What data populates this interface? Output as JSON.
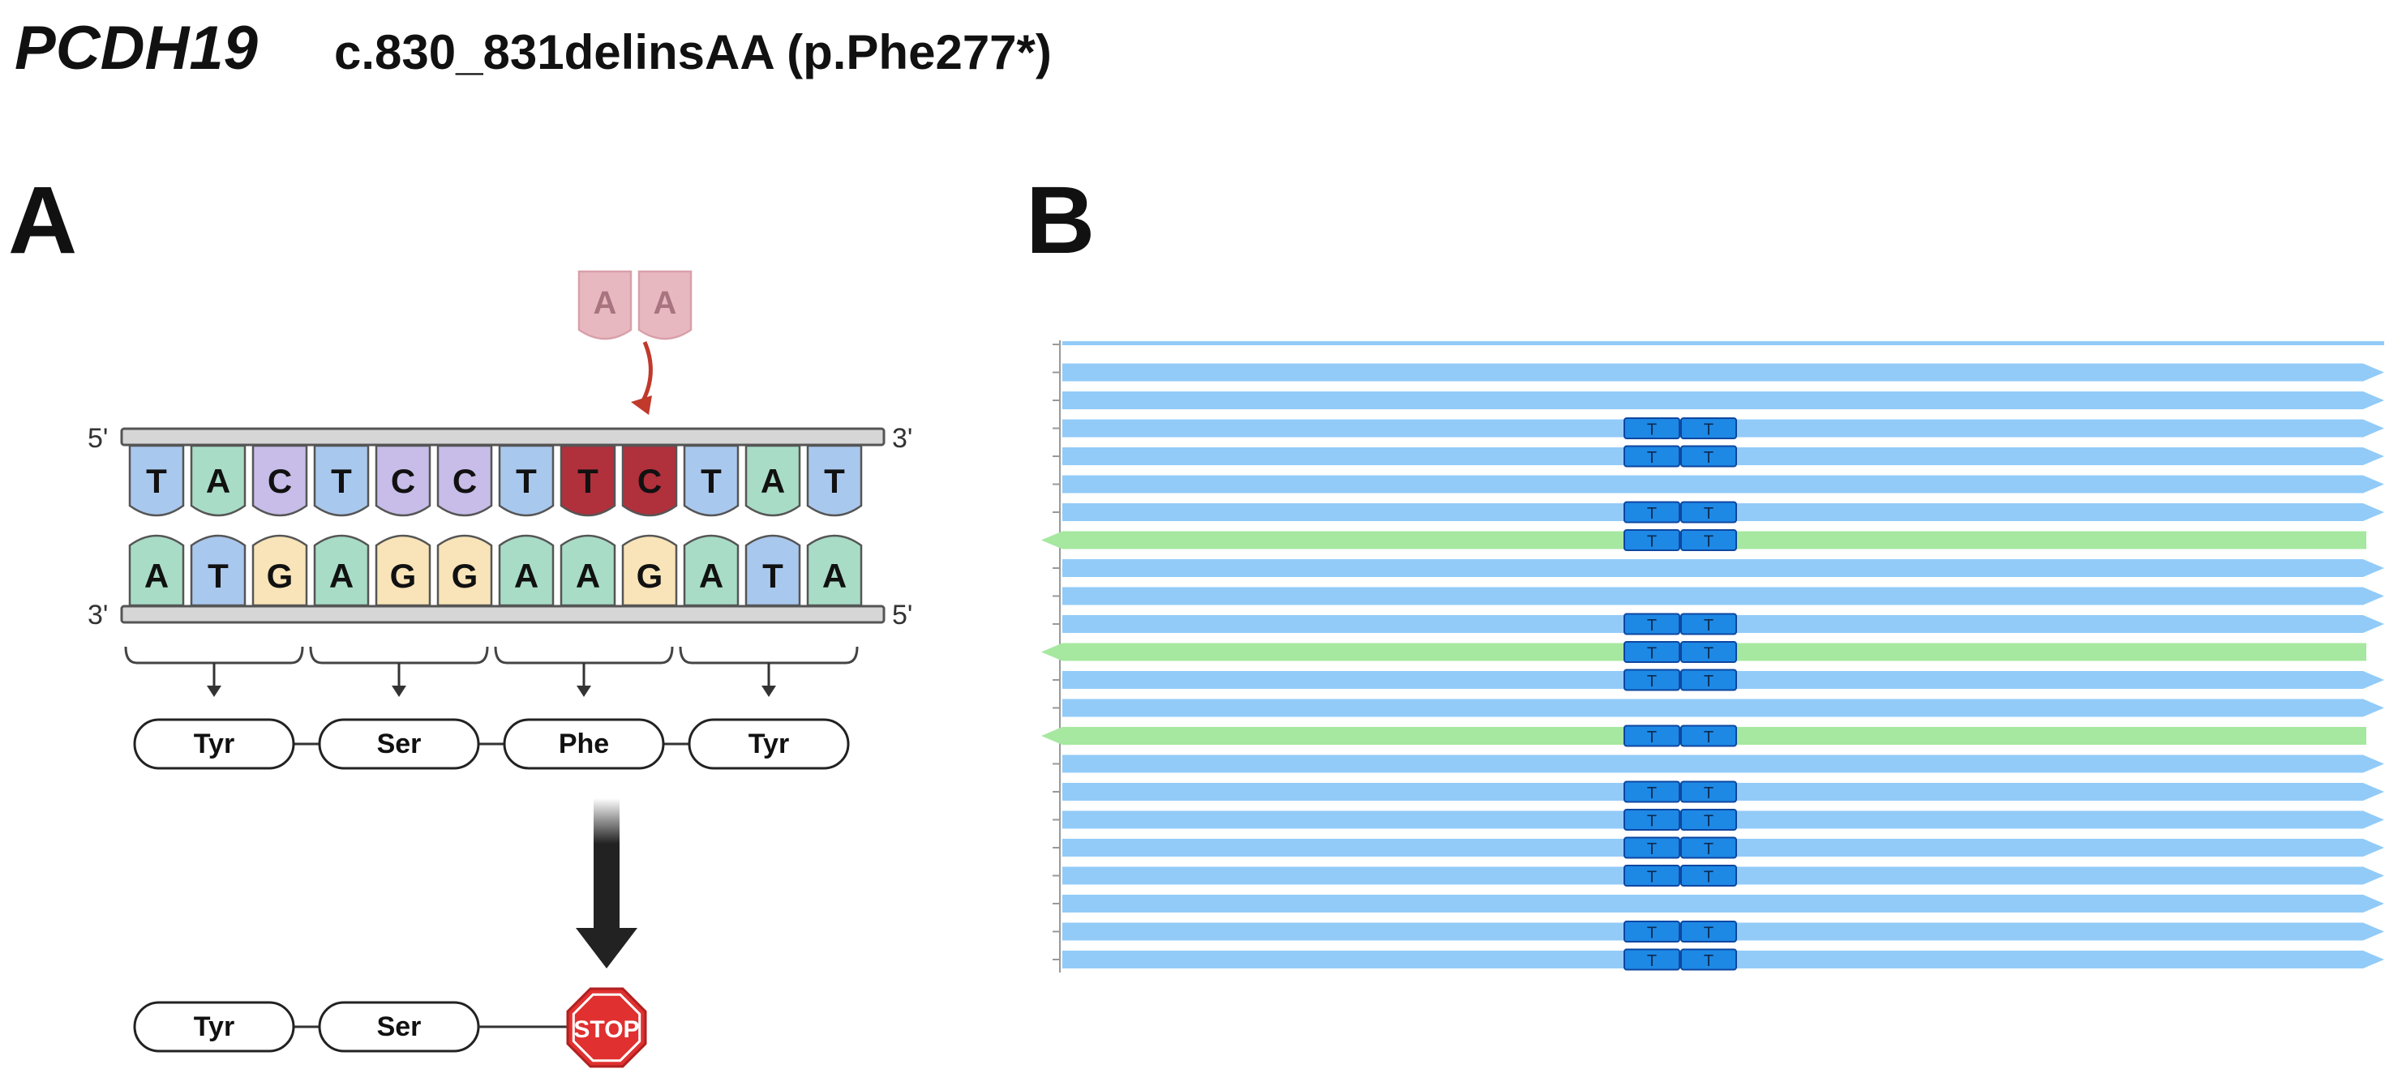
{
  "title": {
    "gene": "PCDH19",
    "variant": "c.830_831delinsAA (p.Phe277*)"
  },
  "panel_a": {
    "label": "A",
    "inserted_bases": [
      "A",
      "A"
    ],
    "top_strand": {
      "five_prime": "5'",
      "three_prime": "3'",
      "bases": [
        "T",
        "A",
        "C",
        "T",
        "C",
        "C",
        "T",
        "T",
        "C",
        "T",
        "A",
        "T"
      ]
    },
    "bottom_strand": {
      "three_prime": "3'",
      "five_prime": "5'",
      "bases": [
        "A",
        "T",
        "G",
        "A",
        "G",
        "G",
        "A",
        "A",
        "G",
        "A",
        "T",
        "A"
      ]
    },
    "highlighted_positions": [
      7,
      8
    ],
    "wildtype_codons": [
      "Tyr",
      "Ser",
      "Phe",
      "Tyr"
    ],
    "mutant_codons": [
      "Tyr",
      "Ser"
    ],
    "stop_label": "STOP",
    "colors": {
      "T": "#a9c8ee",
      "A": "#a8dcc6",
      "C": "#c7bde8",
      "G": "#f8e4b8",
      "highlight": "#b0303c",
      "insert": "#e8b8c0",
      "stop": "#e03030"
    }
  },
  "panel_b": {
    "label": "B",
    "read_base": "T",
    "reads": [
      {
        "dir": "top-line",
        "insertion": false
      },
      {
        "dir": "forward",
        "insertion": false
      },
      {
        "dir": "forward",
        "insertion": false
      },
      {
        "dir": "forward",
        "insertion": true
      },
      {
        "dir": "forward",
        "insertion": true
      },
      {
        "dir": "forward",
        "insertion": false
      },
      {
        "dir": "forward",
        "insertion": true
      },
      {
        "dir": "reverse",
        "insertion": true
      },
      {
        "dir": "forward",
        "insertion": false
      },
      {
        "dir": "forward",
        "insertion": false
      },
      {
        "dir": "forward",
        "insertion": true
      },
      {
        "dir": "reverse",
        "insertion": true
      },
      {
        "dir": "forward",
        "insertion": true
      },
      {
        "dir": "forward",
        "insertion": false
      },
      {
        "dir": "reverse",
        "insertion": true
      },
      {
        "dir": "forward",
        "insertion": false
      },
      {
        "dir": "forward",
        "insertion": true
      },
      {
        "dir": "forward",
        "insertion": true
      },
      {
        "dir": "forward",
        "insertion": true
      },
      {
        "dir": "forward",
        "insertion": true
      },
      {
        "dir": "forward",
        "insertion": false
      },
      {
        "dir": "forward",
        "insertion": true
      },
      {
        "dir": "forward",
        "insertion": true
      }
    ],
    "colors": {
      "forward": "#92cbf8",
      "reverse": "#a6e8a0",
      "base_box": "#1e88e5",
      "base_border": "#0d47a1"
    }
  }
}
